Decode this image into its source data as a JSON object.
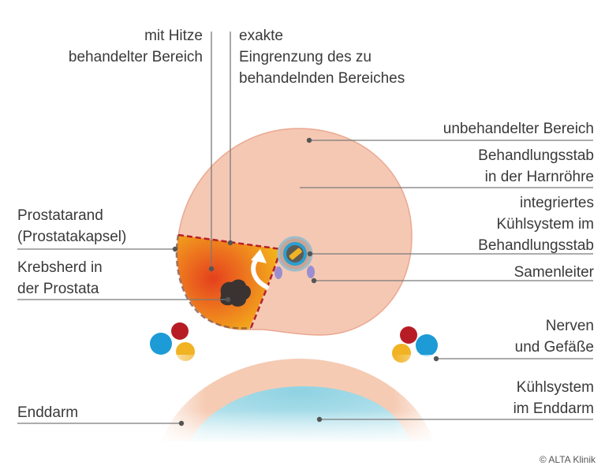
{
  "labels": {
    "heat_area": [
      "mit Hitze",
      "behandelter Bereich"
    ],
    "boundary": [
      "exakte",
      "Eingrenzung des zu",
      "behandelnden Bereiches"
    ],
    "untreated": "unbehandelter Bereich",
    "rod": [
      "Behandlungsstab",
      "in der Harnröhre"
    ],
    "cooling_rod": [
      "integriertes",
      "Kühlsystem im",
      "Behandlungsstab"
    ],
    "vas": "Samenleiter",
    "nerves": [
      "Nerven",
      "und Gefäße"
    ],
    "rectum_cooling": [
      "Kühlsystem",
      "im Enddarm"
    ],
    "prostate_edge": [
      "Prostatarand",
      "(Prostatakapsel)"
    ],
    "cancer": [
      "Krebsherd in",
      "der Prostata"
    ],
    "rectum": "Enddarm"
  },
  "copyright": "© ALTA Klinik",
  "colors": {
    "prostate": "#f5c8b4",
    "prostate_stroke": "#eaa890",
    "heat_core": "#e8541f",
    "heat_edge": "#f4c21a",
    "boundary_dash": "#b5202a",
    "leader_line": "#7a7a7a",
    "nerve_red": "#b71c24",
    "nerve_blue": "#1c9bd6",
    "nerve_yellow": "#f1b324",
    "rectum_wall": "#f6cdb6",
    "rectum_cooling": "#a9dbe6",
    "vas": "#9b8ed0"
  }
}
